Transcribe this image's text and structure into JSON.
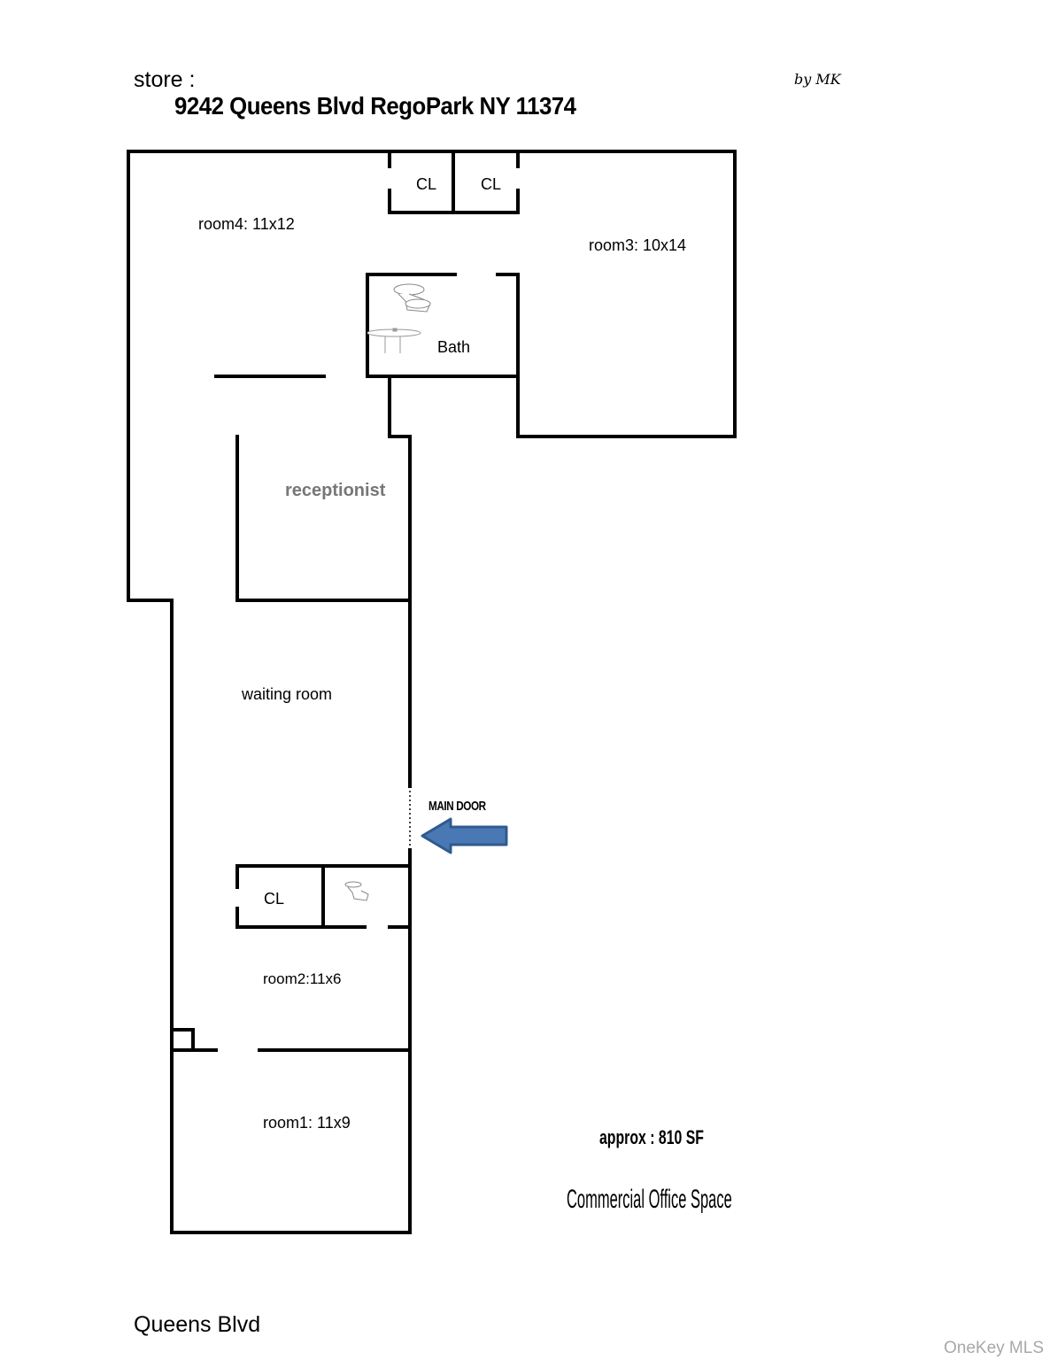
{
  "header": {
    "store_label": "store :",
    "address": "9242 Queens Blvd RegoPark NY 11374",
    "byline": "by MK"
  },
  "rooms": {
    "room4": "room4: 11x12",
    "room3": "room3: 10x14",
    "closet_1": "CL",
    "closet_2": "CL",
    "bath": "Bath",
    "receptionist": "receptionist",
    "waiting_room": "waiting room",
    "closet_3": "CL",
    "room2": "room2:11x6",
    "room1": "room1: 11x9"
  },
  "entrance": {
    "label": "MAIN DOOR",
    "arrow_color": "#4a78b5",
    "arrow_border": "#2f5a8f"
  },
  "summary": {
    "area": "approx : 810 SF",
    "type": "Commercial Office Space"
  },
  "footer": {
    "street": "Queens Blvd",
    "watermark": "OneKey MLS"
  },
  "icons": {
    "toilet": "toilet-icon",
    "sink": "sink-icon",
    "arrow": "arrow-left-icon"
  }
}
